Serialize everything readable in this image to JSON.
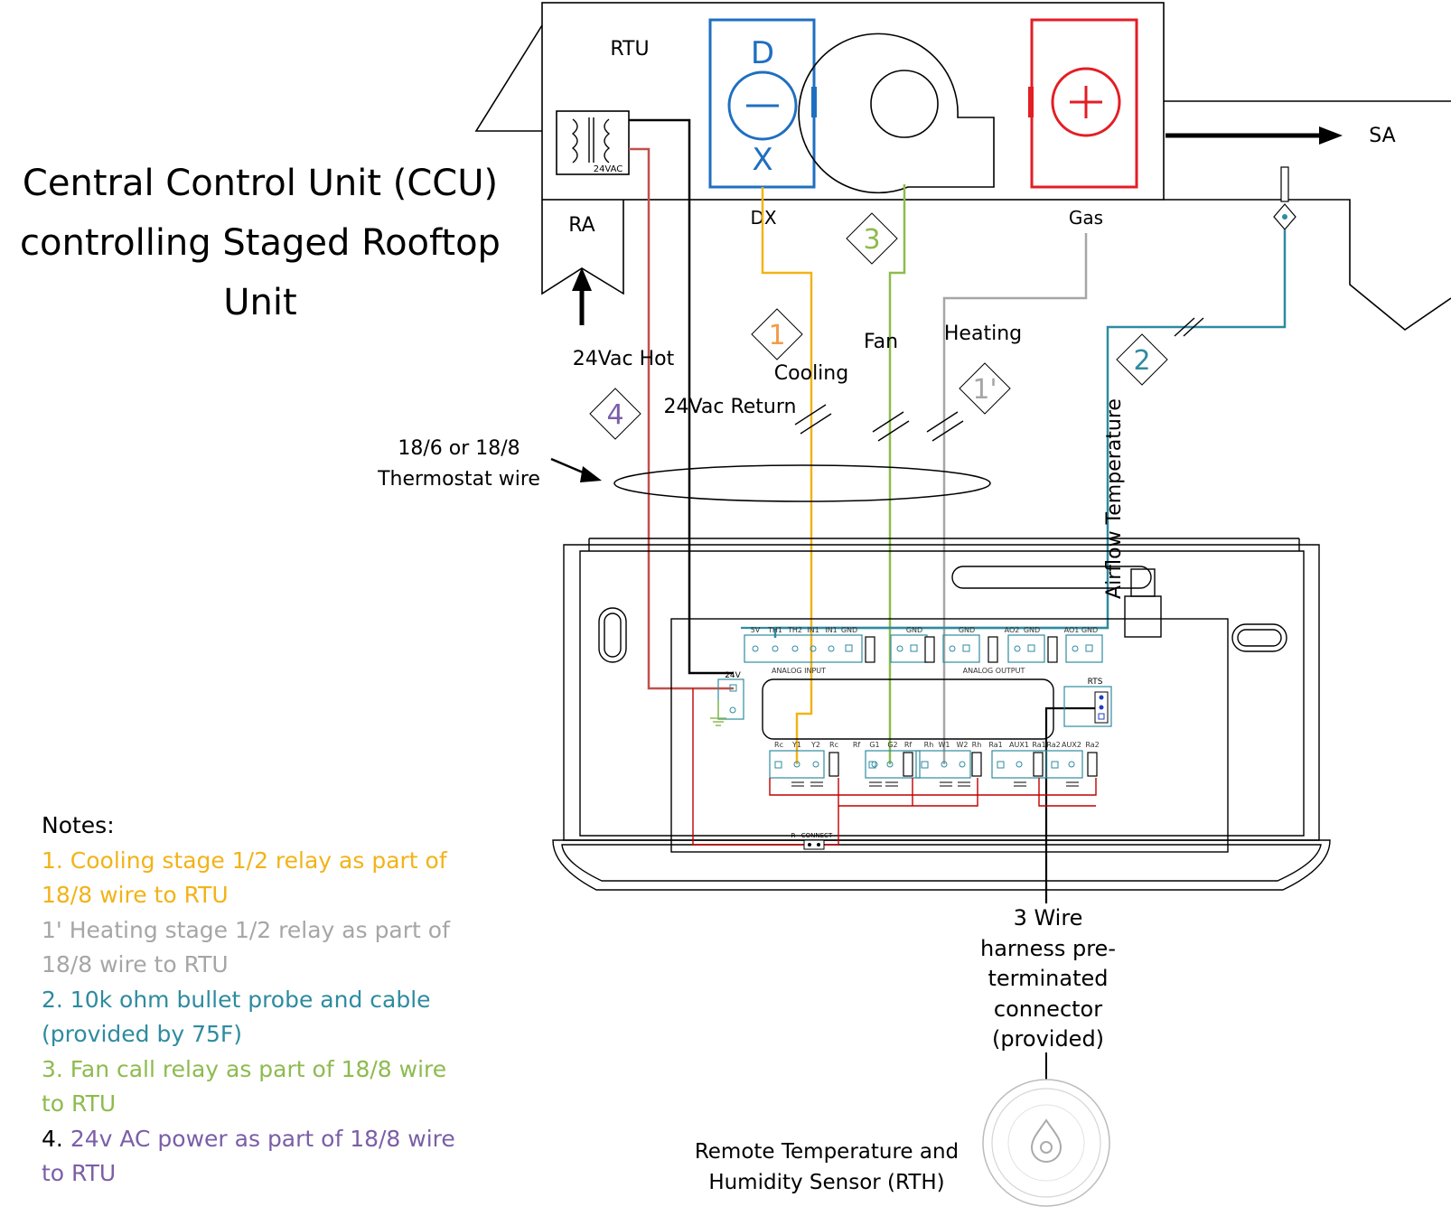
{
  "title": {
    "line1": "Central Control Unit (CCU)",
    "line2": "controlling Staged Rooftop",
    "line3": "Unit"
  },
  "rtu": {
    "label": "RTU",
    "ra": "RA",
    "sa": "SA",
    "dx": "DX",
    "gas": "Gas",
    "transformer": "24VAC",
    "dx_letters": {
      "top": "D",
      "bottom": "X"
    }
  },
  "wires": {
    "cooling": "Cooling",
    "fan": "Fan",
    "heating": "Heating",
    "hot": "24Vac Hot",
    "return": "24Vac Return",
    "airflow": "Airflow Temperature",
    "thermostat_line1": "18/6 or 18/8",
    "thermostat_line2": "Thermostat wire"
  },
  "markers": {
    "m1": "1",
    "m1p": "1'",
    "m2": "2",
    "m3": "3",
    "m4": "4"
  },
  "board": {
    "analog_input": "ANALOG INPUT",
    "analog_output": "ANALOG OUTPUT",
    "rts": "RTS",
    "connect": "CONNECT",
    "r": "R",
    "power": "24V",
    "ai_pins": [
      "5V",
      "TH1",
      "TH2",
      "IN1",
      "IN1",
      "GND"
    ],
    "ao_pins": [
      "GND",
      "GND",
      "AO2",
      "GND",
      "AO1",
      "GND"
    ],
    "relay_pins": [
      "Rc",
      "Y1",
      "Y2",
      "Rc",
      "Rf",
      "G1",
      "G2",
      "Rf",
      "Rh",
      "W1",
      "W2",
      "Rh",
      "Ra1",
      "AUX1",
      "Ra1",
      "Ra2",
      "AUX2",
      "Ra2"
    ]
  },
  "harness": {
    "line1": "3 Wire",
    "line2": "harness pre-",
    "line3": "terminated",
    "line4": "connector",
    "line5": "(provided)"
  },
  "rth": {
    "line1": "Remote Temperature and",
    "line2": "Humidity Sensor (RTH)"
  },
  "notes": {
    "heading": "Notes:",
    "items": [
      {
        "text": "1. Cooling stage 1/2 relay as part of 18/8 wire to RTU",
        "color": "#F2B318"
      },
      {
        "text": "1' Heating stage 1/2 relay as part of 18/8 wire to RTU",
        "color": "#A6A6A6"
      },
      {
        "text": "2. 10k ohm bullet probe and cable (provided by 75F)",
        "color": "#2E8BA0"
      },
      {
        "text": "3. Fan call relay as part of 18/8 wire to RTU",
        "color": "#8DBB4E"
      }
    ],
    "item4_prefix": "4.",
    "item4_text": "24v AC power as part of 18/8 wire to RTU",
    "item4_color": "#7B5EA7"
  },
  "colors": {
    "cooling": "#F2B318",
    "fan": "#8DBB4E",
    "heating": "#A6A6A6",
    "airflow": "#2E8BA0",
    "hot": "#C0504D",
    "return": "#000000",
    "dx": "#1F6FC0",
    "gas": "#E31E24",
    "marker1": "#F29B4B",
    "marker1p": "#A6A6A6",
    "marker2": "#2E8BA0",
    "marker3": "#8DBB4E",
    "marker4": "#7B5EA7",
    "relay": "#C00000",
    "board_teal": "#2E8BA0"
  }
}
